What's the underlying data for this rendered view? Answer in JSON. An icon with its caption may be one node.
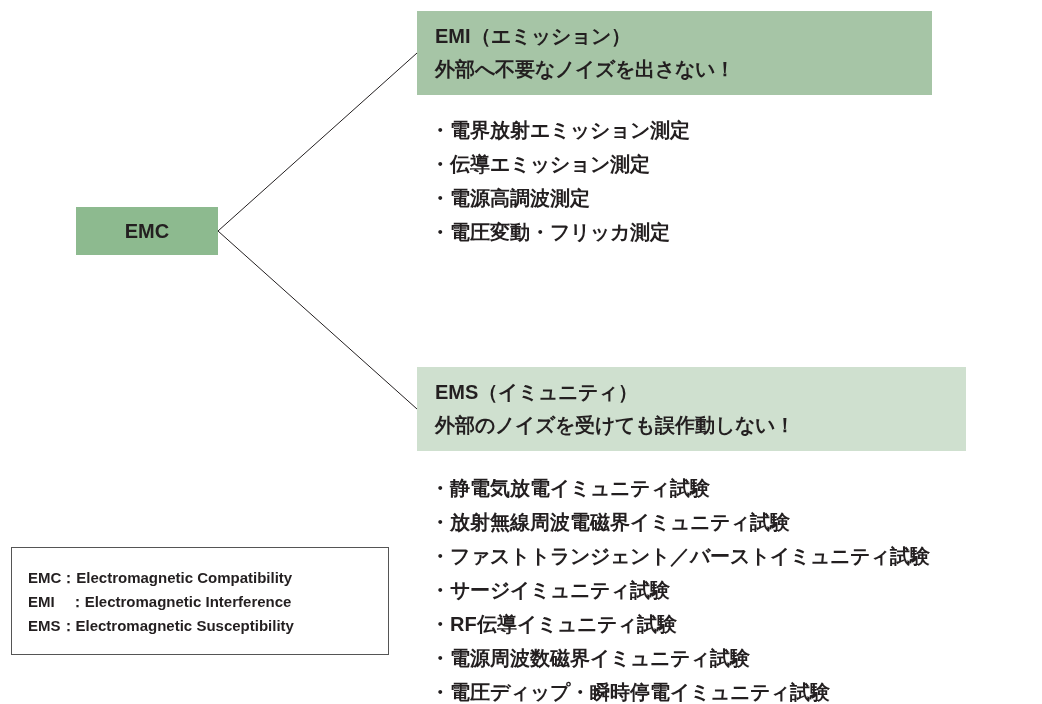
{
  "diagram": {
    "nodes": [
      {
        "text": [
          "EMC"
        ]
      },
      {
        "text": [
          "EMI（エミッション）",
          "外部へ不要なノイズを出さない！"
        ],
        "beside": [
          "・電界放射エミッション測定",
          "・伝導エミッション測定",
          "・電源高調波測定",
          "・電圧変動・フリッカ測定"
        ]
      },
      {
        "text": [
          "EMS（イミュニティ）",
          "外部のノイズを受けても誤作動しない！"
        ],
        "beside": [
          "・静電気放電イミュニティ試験",
          "・放射無線周波電磁界イミュニティ試験",
          "・ファストトランジェント／バーストイミュニティ試験",
          "・サージイミュニティ試験",
          "・RF伝導イミュニティ試験",
          "・電源周波数磁界イミュニティ試験",
          "・電圧ディップ・瞬時停電イミュニティ試験"
        ]
      },
      {
        "text": [
          "EMC：Electromagnetic Compatibility",
          "EMI　：Electromagnetic Interference",
          "EMS：Electromagnetic Susceptibility"
        ]
      }
    ],
    "edges": [
      {
        "from": 0,
        "to": 1,
        "arrow": "none"
      },
      {
        "from": 0,
        "to": 2,
        "arrow": "none"
      }
    ]
  }
}
